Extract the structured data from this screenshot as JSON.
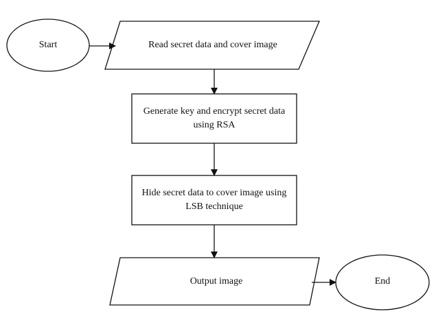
{
  "diagram": {
    "nodes": {
      "start": {
        "label": "Start",
        "shape": "ellipse"
      },
      "read": {
        "label": "Read secret data and cover image",
        "shape": "parallelogram"
      },
      "generate": {
        "line1": "Generate key and encrypt secret data",
        "line2": "using RSA",
        "shape": "rectangle"
      },
      "hide": {
        "line1": "Hide secret data to cover image using",
        "line2": "LSB technique",
        "shape": "rectangle"
      },
      "output": {
        "label": "Output image",
        "shape": "parallelogram"
      },
      "end": {
        "label": "End",
        "shape": "ellipse"
      }
    },
    "edges": [
      {
        "from": "start",
        "to": "read"
      },
      {
        "from": "read",
        "to": "generate"
      },
      {
        "from": "generate",
        "to": "hide"
      },
      {
        "from": "hide",
        "to": "output"
      },
      {
        "from": "output",
        "to": "end"
      }
    ],
    "colors": {
      "stroke": "#111111",
      "fill": "#ffffff",
      "text": "#111111"
    }
  }
}
